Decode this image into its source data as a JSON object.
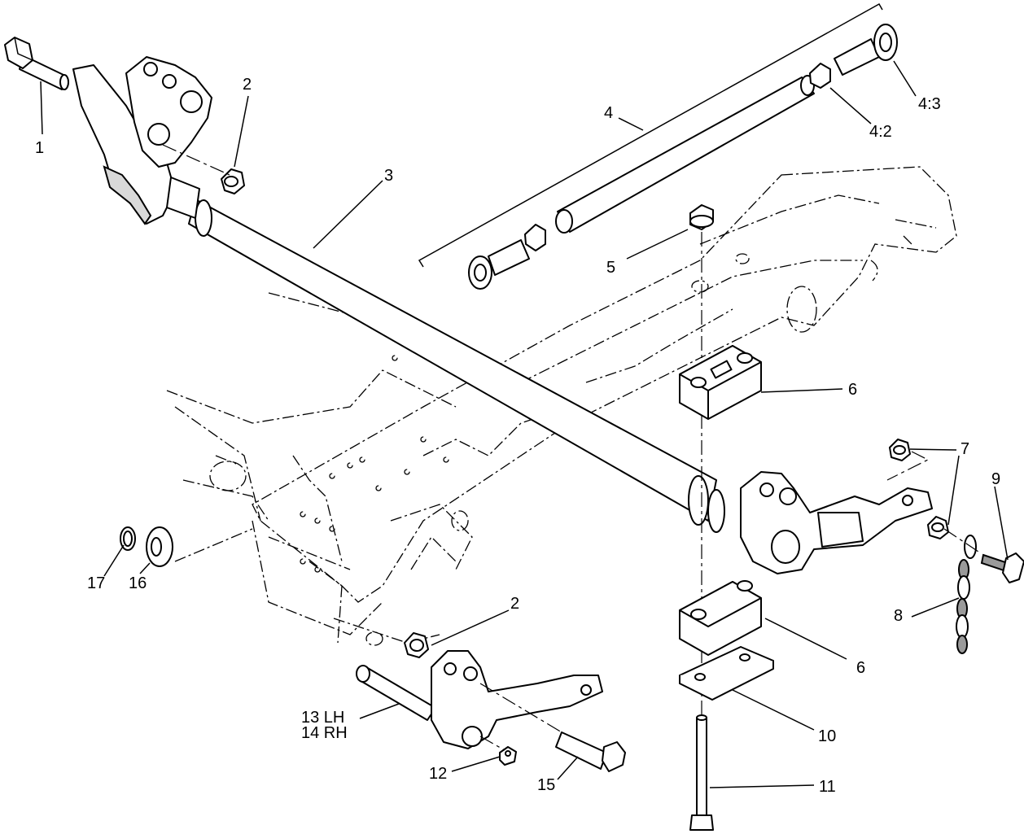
{
  "callouts": {
    "c1": "1",
    "c2a": "2",
    "c2b": "2",
    "c3": "3",
    "c4": "4",
    "c4_2": "4:2",
    "c4_3": "4:3",
    "c5": "5",
    "c6a": "6",
    "c6b": "6",
    "c7": "7",
    "c8": "8",
    "c9": "9",
    "c10": "10",
    "c11": "11",
    "c12": "12",
    "c13": "13 LH",
    "c14": "14 RH",
    "c15": "15",
    "c16": "16",
    "c17": "17"
  }
}
